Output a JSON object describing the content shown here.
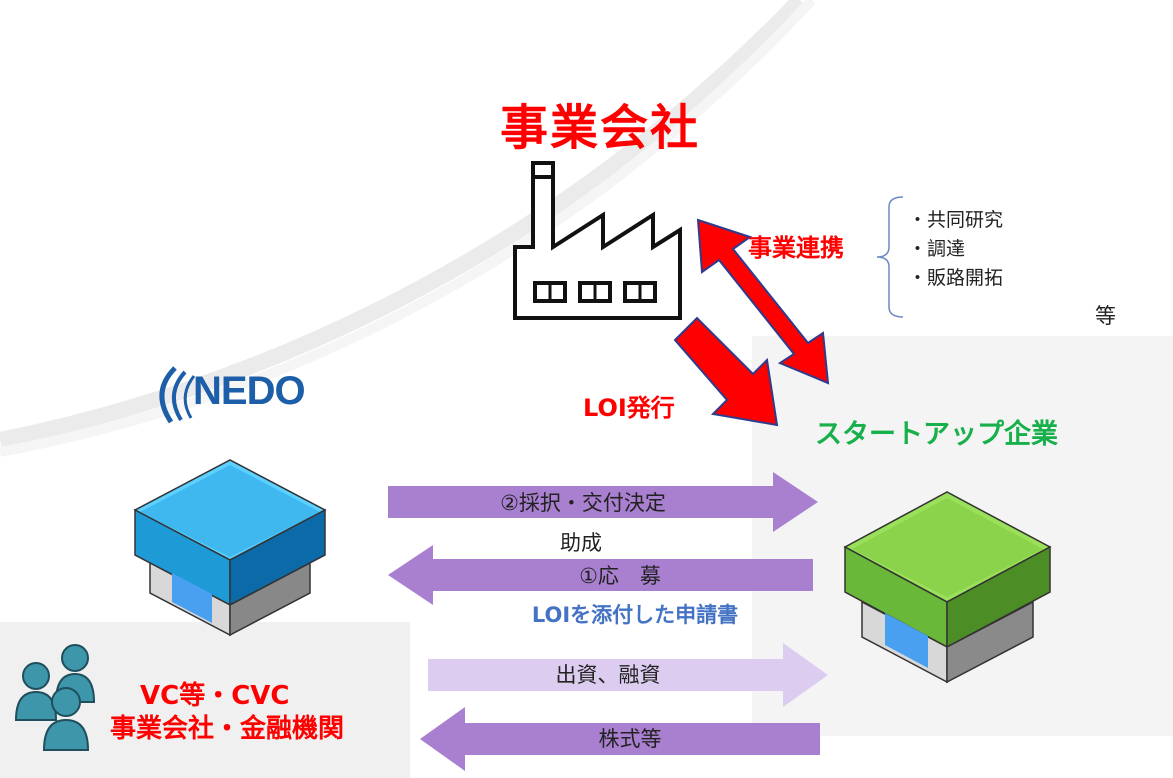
{
  "company": {
    "title": "事業会社"
  },
  "partnership": {
    "label": "事業連携",
    "items": [
      "・共同研究",
      "・調達",
      "・販路開拓"
    ],
    "etc": "等"
  },
  "loi": {
    "label": "LOI発行"
  },
  "startup": {
    "label": "スタートアップ企業"
  },
  "nedo": {
    "logo_text": "NEDO"
  },
  "flows": {
    "selection": "②採択・交付決定",
    "grant": "助成",
    "application": "①応　募",
    "application_note": "LOIを添付した申請書",
    "investment": "出資、融資",
    "shares": "株式等"
  },
  "investors": {
    "line1": "VC等・CVC",
    "line2": "事業会社・金融機関"
  },
  "colors": {
    "red": "#ff0000",
    "green": "#18b04a",
    "purple": "#a97fd0",
    "light_purple": "#dccdf0",
    "nedo_blue": "#1d5ea8",
    "note_blue": "#4472c4"
  }
}
